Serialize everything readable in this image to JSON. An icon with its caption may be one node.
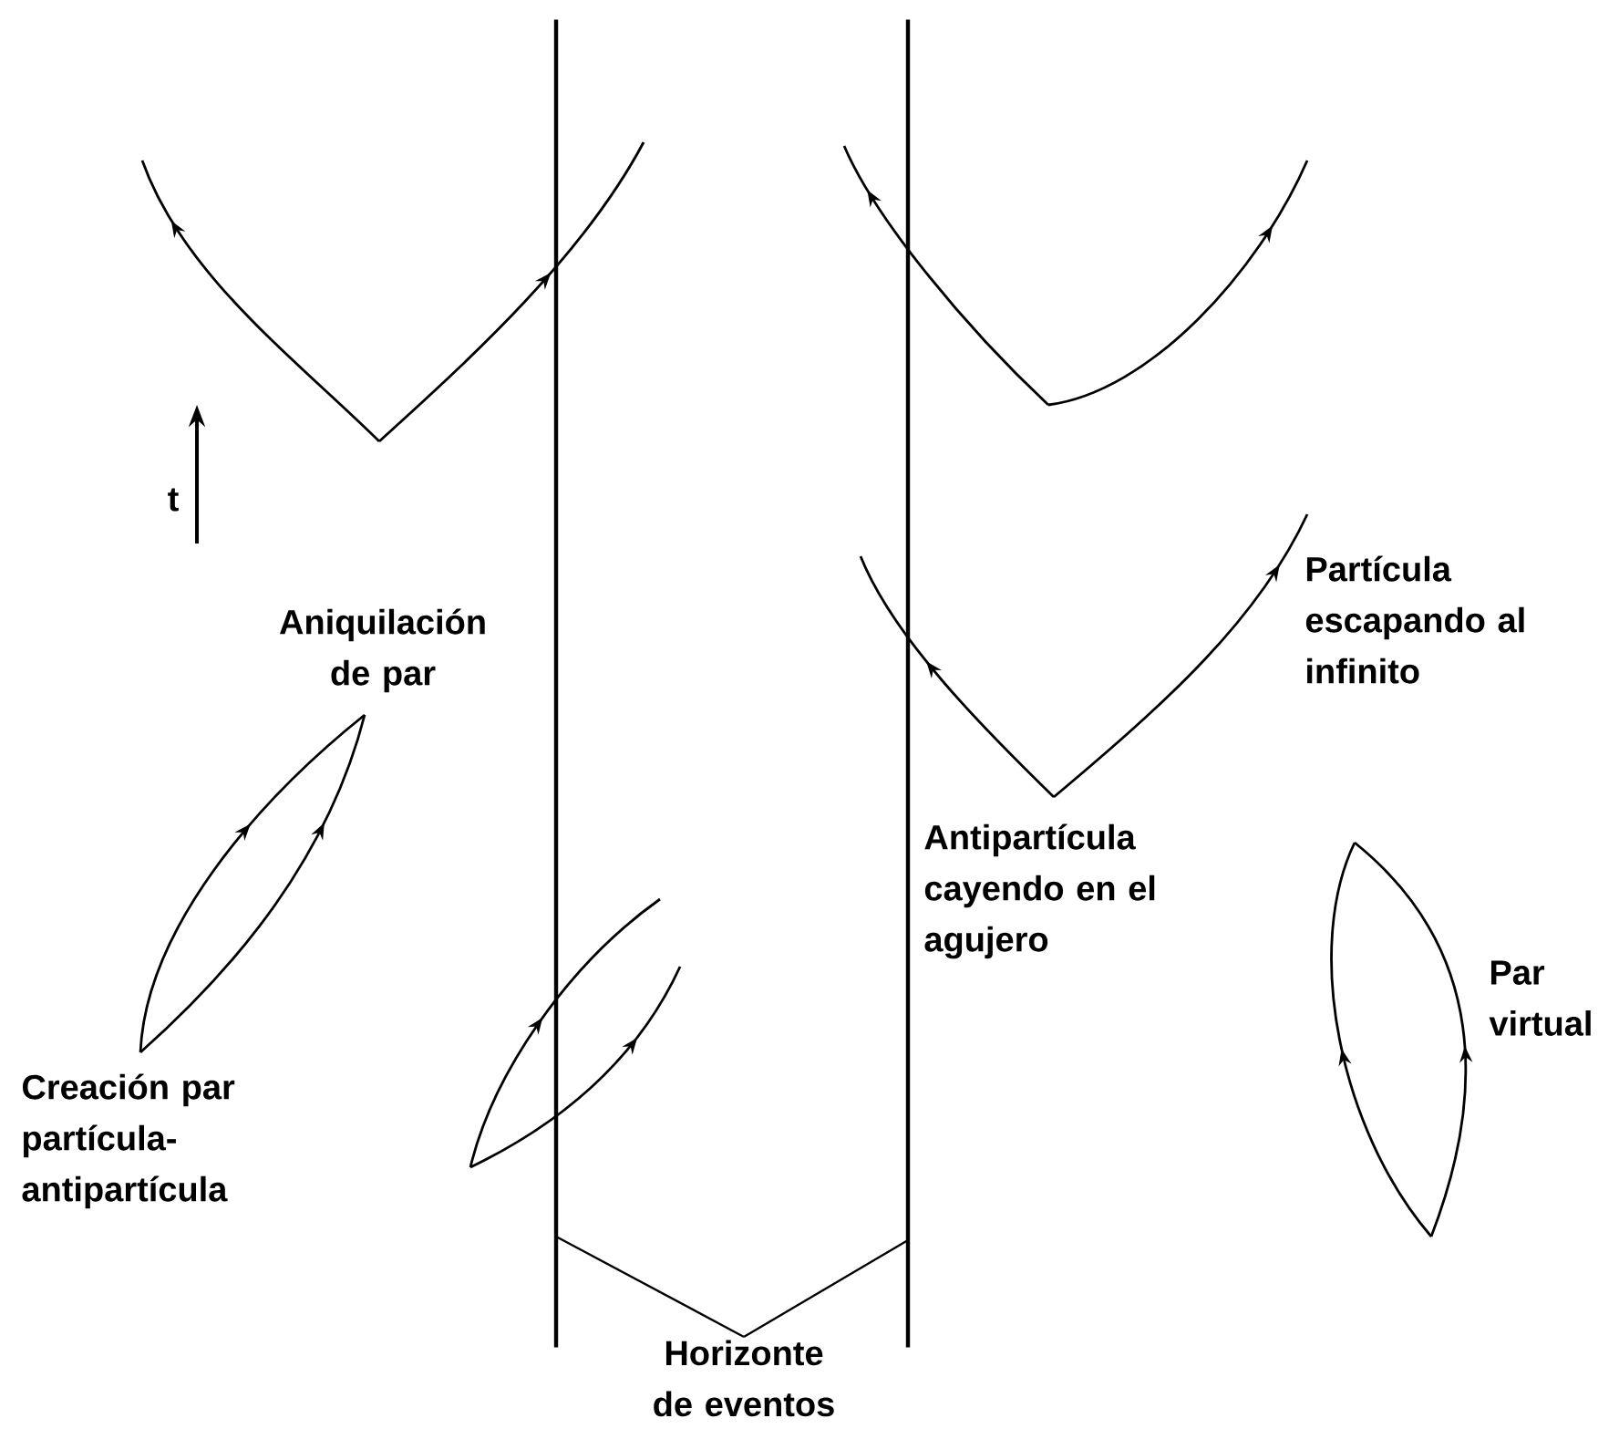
{
  "diagram": {
    "nodes": [
      {
        "text": [],
        "shape": "line"
      },
      {
        "text": [],
        "shape": "line"
      },
      {
        "text": [
          "Horizonte de eventos"
        ]
      }
    ],
    "edges": [
      {
        "from": 2,
        "to": 0,
        "arrow": "none"
      },
      {
        "from": 2,
        "to": 1,
        "arrow": "none"
      }
    ],
    "labels": [
      "t",
      "Aniquilación de par",
      "Creación par partícula-antipartícula",
      "Partícula escapando al infinito",
      "Antipartícula cayendo en el agujero",
      "Par virtual"
    ]
  }
}
